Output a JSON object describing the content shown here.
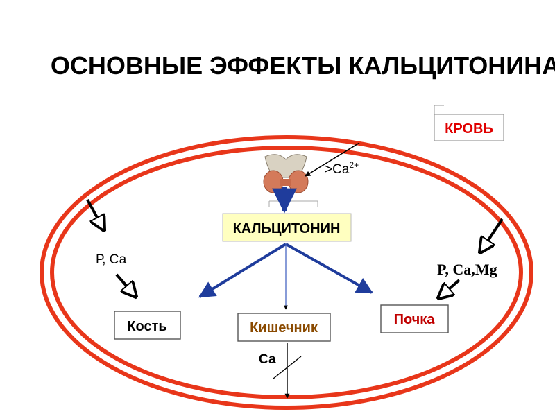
{
  "title": "ОСНОВНЫЕ ЭФФЕКТЫ КАЛЬЦИТОНИНА",
  "blood_label": "КРОВЬ",
  "hormone_label": "КАЛЬЦИТОНИН",
  "stimulus": {
    "base": ">Ca",
    "superscript": "2+"
  },
  "targets": {
    "bone": "Кость",
    "intestine": "Кишечник",
    "kidney": "Почка"
  },
  "ions": {
    "bone_input": "Р, Са",
    "kidney_input": "P, Ca,Mg",
    "intestine_output": "Са"
  },
  "colors": {
    "vessel_red": "#e8361a",
    "arrow_blue": "#1f3c9c",
    "hormone_box_fill": "#ffffc0",
    "blood_text": "#e00000",
    "bone_text": "#000000",
    "intestine_text": "#8a4a00",
    "kidney_text": "#c00000"
  },
  "icons": {
    "gland": "thyroid-gland-icon"
  }
}
